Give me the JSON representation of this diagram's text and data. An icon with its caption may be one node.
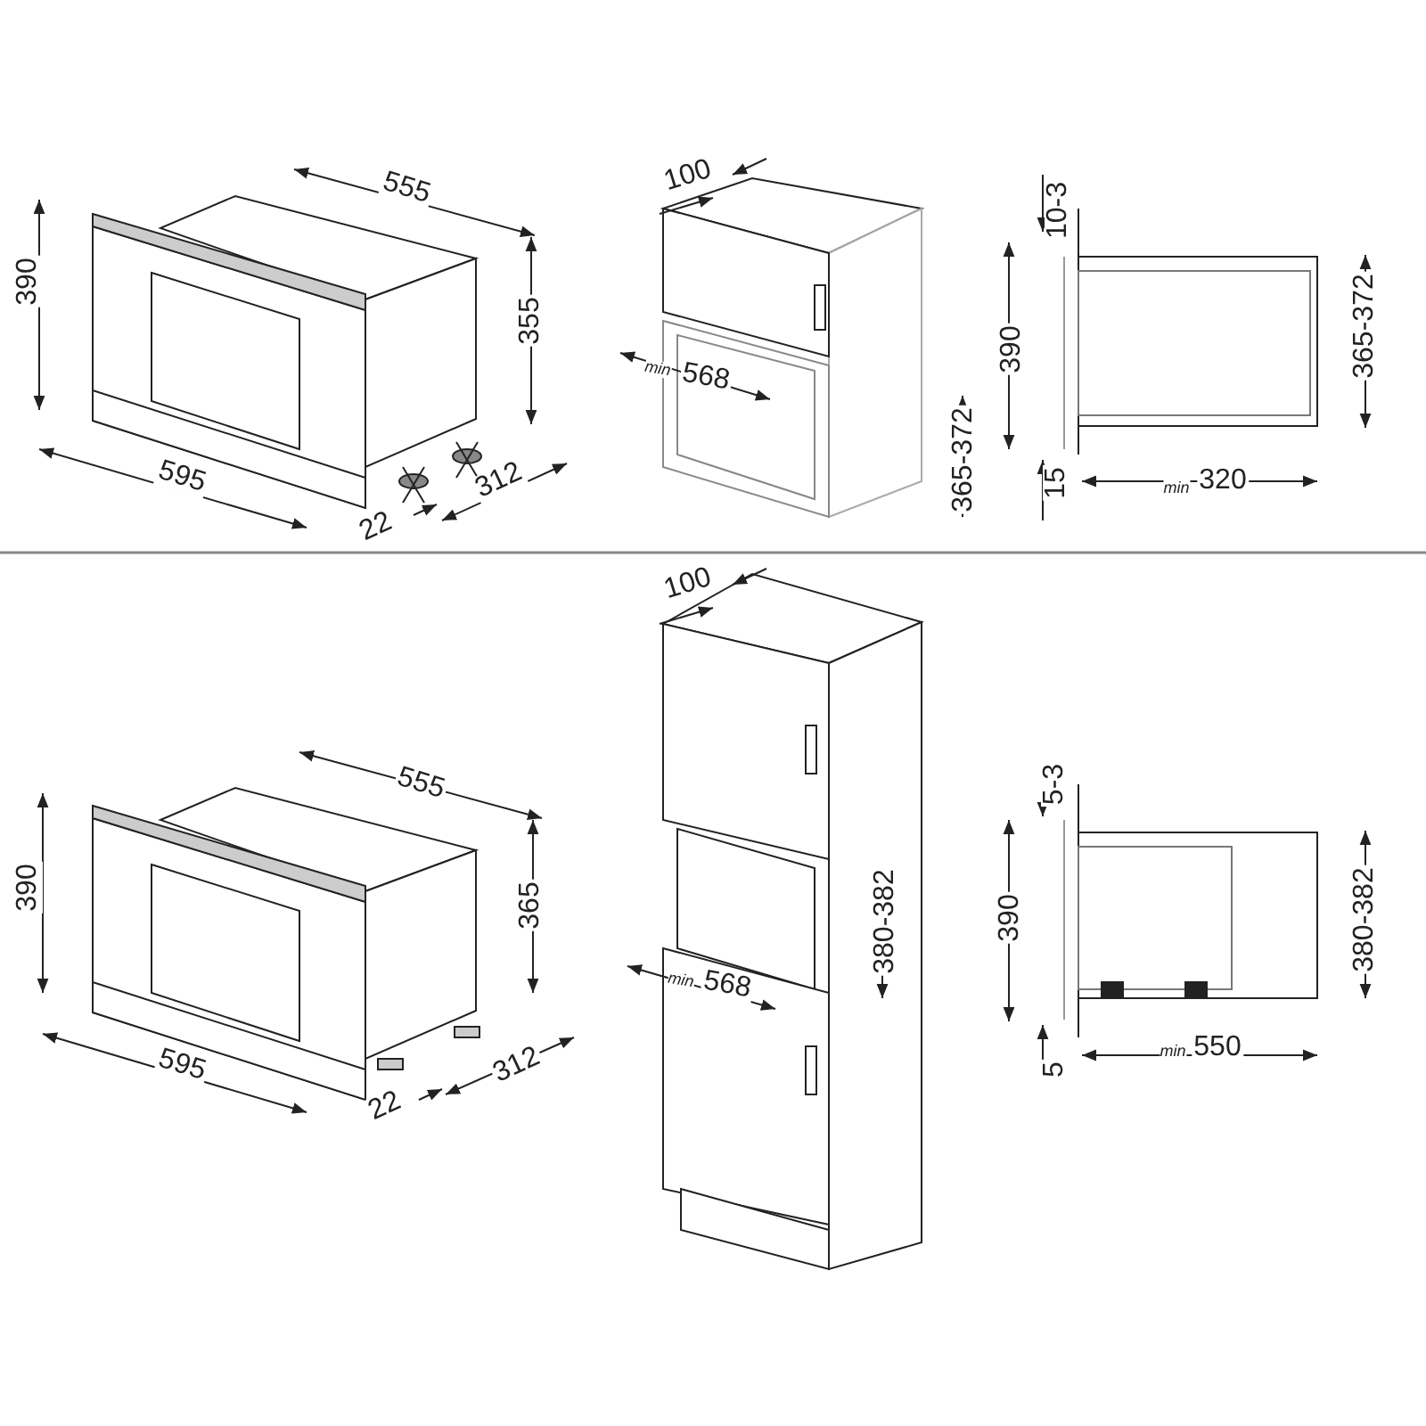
{
  "diagram": {
    "labels": [
      "555",
      "390",
      "355",
      "100",
      "10-3",
      "390",
      "365-372",
      "min",
      "568",
      "365-372",
      "595",
      "312",
      "22",
      "15",
      "min",
      "320",
      "100",
      "555",
      "390",
      "365",
      "5-3",
      "380-382",
      "390",
      "380-382",
      "min",
      "568",
      "595",
      "312",
      "22",
      "5",
      "min",
      "550"
    ]
  }
}
